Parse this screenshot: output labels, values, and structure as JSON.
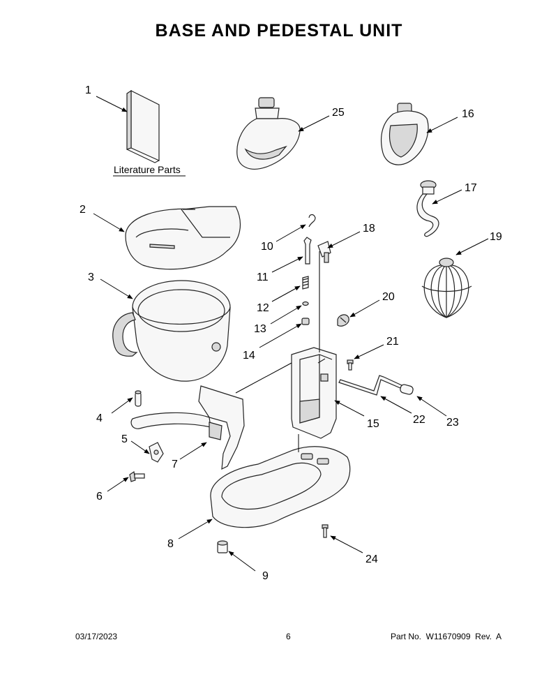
{
  "title": "BASE AND PEDESTAL UNIT",
  "literature_label": "Literature Parts",
  "callouts": {
    "c1": "1",
    "c2": "2",
    "c3": "3",
    "c4": "4",
    "c5": "5",
    "c6": "6",
    "c7": "7",
    "c8": "8",
    "c9": "9",
    "c10": "10",
    "c11": "11",
    "c12": "12",
    "c13": "13",
    "c14": "14",
    "c15": "15",
    "c16": "16",
    "c17": "17",
    "c18": "18",
    "c19": "19",
    "c20": "20",
    "c21": "21",
    "c22": "22",
    "c23": "23",
    "c24": "24",
    "c25": "25"
  },
  "footer": {
    "date": "03/17/2023",
    "page": "6",
    "part_no": "Part No.  W11670909  Rev.  A"
  }
}
